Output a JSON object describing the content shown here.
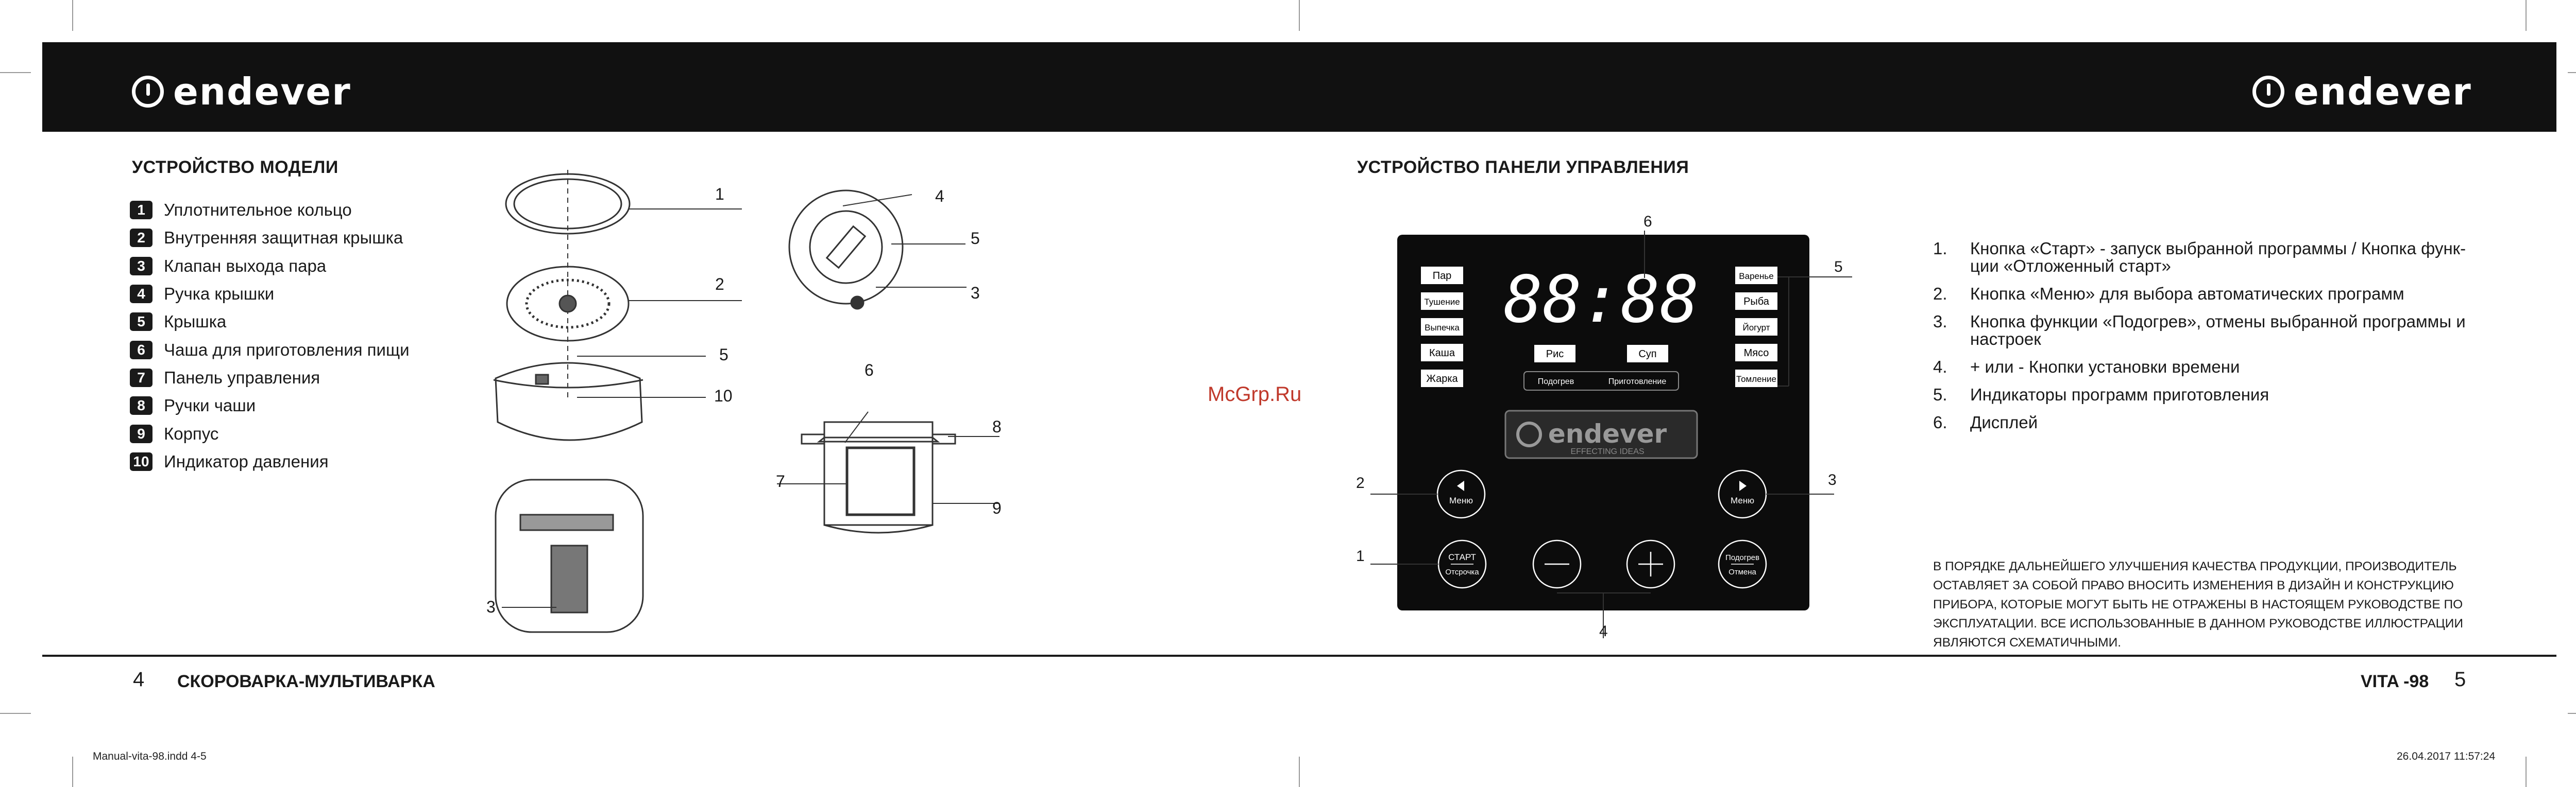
{
  "brand": {
    "logo_text": "endever",
    "panel_logo_text": "endever",
    "panel_logo_tagline": "EFFECTING IDEAS"
  },
  "left_page": {
    "heading": "УСТРОЙСТВО МОДЕЛИ",
    "parts": [
      {
        "num": "1",
        "label": "Уплотнительное кольцо"
      },
      {
        "num": "2",
        "label": "Внутренняя защитная крышка"
      },
      {
        "num": "3",
        "label": "Клапан выхода пара"
      },
      {
        "num": "4",
        "label": "Ручка крышки"
      },
      {
        "num": "5",
        "label": "Крышка"
      },
      {
        "num": "6",
        "label": "Чаша для приготовления пищи"
      },
      {
        "num": "7",
        "label": "Панель управления"
      },
      {
        "num": "8",
        "label": "Ручки чаши"
      },
      {
        "num": "9",
        "label": "Корпус"
      },
      {
        "num": "10",
        "label": "Индикатор давления"
      }
    ],
    "callouts": [
      "1",
      "2",
      "5",
      "10",
      "3",
      "4",
      "5",
      "3",
      "6",
      "8",
      "7",
      "9"
    ],
    "page_number": "4",
    "footer_title": "СКОРОВАРКА-МУЛЬТИВАРКА"
  },
  "right_page": {
    "heading": "УСТРОЙСТВО ПАНЕЛИ УПРАВЛЕНИЯ",
    "panel": {
      "left_buttons": [
        "Пар",
        "Тушение",
        "Выпечка",
        "Каша",
        "Жарка"
      ],
      "right_buttons": [
        "Варенье",
        "Рыба",
        "Йогурт",
        "Мясо",
        "Томление"
      ],
      "display": "88:88",
      "mid_buttons": [
        "Рис",
        "Суп"
      ],
      "mid_indicators": [
        "Подогрев",
        "Приготовление"
      ],
      "menu_left": "Меню",
      "menu_right": "Меню",
      "start_top": "СТАРТ",
      "start_bottom": "Отсрочка",
      "warm_top": "Подогрев",
      "warm_bottom": "Отмена",
      "callouts": {
        "c1": "1",
        "c2": "2",
        "c3": "3",
        "c4": "4",
        "c5": "5",
        "c6": "6"
      }
    },
    "notes": [
      {
        "n": "1.",
        "text": "Кнопка «Старт» - запуск выбранной программы / Кнопка функ-ции «Отложенный старт»"
      },
      {
        "n": "2.",
        "text": "Кнопка «Меню» для выбора автоматических программ"
      },
      {
        "n": "3.",
        "text": "Кнопка функции «Подогрев», отмены выбранной программы и настроек"
      },
      {
        "n": "4.",
        "text": "+ или - Кнопки установки времени"
      },
      {
        "n": "5.",
        "text": "Индикаторы программ приготовления"
      },
      {
        "n": "6.",
        "text": "Дисплей"
      }
    ],
    "disclaimer": "В порядке дальнейшего улучшения качества продукции, производитель оставляет за собой право вносить изменения в дизайн и конструкцию прибора, которые могут быть не отражены в настоящем руководстве по эксплуатации. Все использованные в данном руководстве иллюстрации являются схематичными.",
    "model": "VITA -98",
    "page_number": "5"
  },
  "watermark": "McGrp.Ru",
  "slug": {
    "file": "Manual-vita-98.indd   4-5",
    "datetime": "26.04.2017   11:57:24"
  },
  "colors": {
    "band": "#111111",
    "panel": "#0c0c0c",
    "watermark": "#c0392b"
  }
}
